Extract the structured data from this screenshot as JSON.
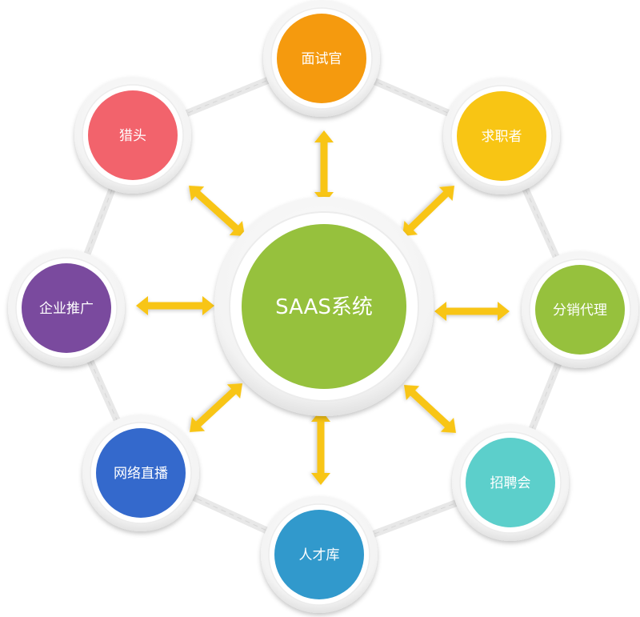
{
  "center": {
    "label": "SAAS系统",
    "color": "#96c13d"
  },
  "nodes": [
    {
      "id": "interviewer",
      "label": "面试官",
      "color": "#f59a0e"
    },
    {
      "id": "jobseeker",
      "label": "求职者",
      "color": "#f8c514"
    },
    {
      "id": "distribution-agent",
      "label": "分销代理",
      "color": "#96c13d"
    },
    {
      "id": "job-fair",
      "label": "招聘会",
      "color": "#5ccfcb"
    },
    {
      "id": "talent-pool",
      "label": "人才库",
      "color": "#3199cc"
    },
    {
      "id": "live-stream",
      "label": "网络直播",
      "color": "#3469cc"
    },
    {
      "id": "enterprise-promotion",
      "label": "企业推广",
      "color": "#7a4a9e"
    },
    {
      "id": "headhunter",
      "label": "猎头",
      "color": "#f2636c"
    }
  ],
  "arrow_color": "#f8c514",
  "ring_color": "#e8e8e8"
}
